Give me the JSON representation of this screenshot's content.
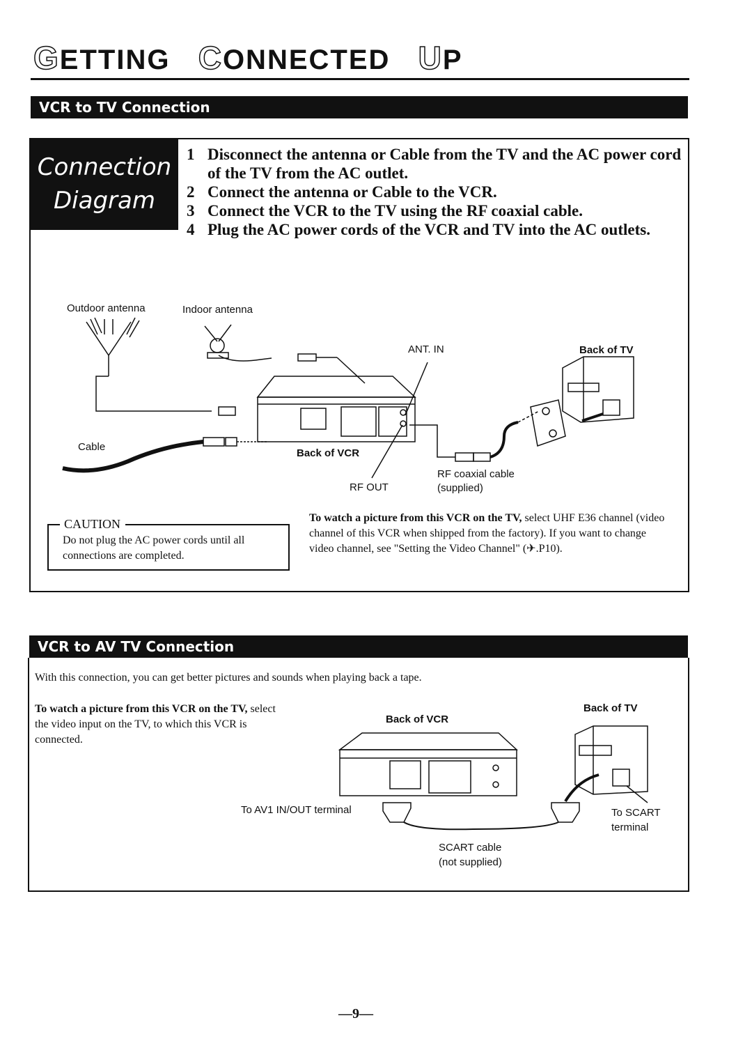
{
  "header": {
    "title_parts": [
      {
        "cap": "G",
        "rest": "ETTING"
      },
      {
        "cap": "C",
        "rest": "ONNECTED"
      },
      {
        "cap": "U",
        "rest": "P"
      }
    ]
  },
  "section1": {
    "bar_title": "VCR to TV Connection",
    "box_label_1": "Connection",
    "box_label_2": "Diagram",
    "steps": [
      {
        "num": "1",
        "text": "Disconnect the antenna or Cable from the TV and the AC power cord of the TV from the AC outlet."
      },
      {
        "num": "2",
        "text": "Connect the antenna or Cable to the VCR."
      },
      {
        "num": "3",
        "text": "Connect the VCR to the TV using the RF coaxial cable."
      },
      {
        "num": "4",
        "text": "Plug the AC power cords of the VCR and TV into the AC outlets."
      }
    ],
    "labels": {
      "outdoor_antenna": "Outdoor antenna",
      "indoor_antenna": "Indoor antenna",
      "ant_in": "ANT. IN",
      "back_of_tv": "Back of TV",
      "cable": "Cable",
      "back_of_vcr": "Back of VCR",
      "rf_out": "RF OUT",
      "rf_coaxial_cable": "RF coaxial cable",
      "supplied": "(supplied)"
    },
    "caution_title": "CAUTION",
    "caution_text": "Do not plug the AC power cords until all connections are completed.",
    "watch_bold": "To watch a picture from this VCR on the TV,",
    "watch_text": " select UHF E36 channel (video channel of this VCR when shipped from the factory). If you want to change video channel, see \"Setting the Video Channel\" (✈.P10)."
  },
  "section2": {
    "bar_title": "VCR to AV TV Connection",
    "intro": "With this connection, you can get better pictures and sounds when playing back a tape.",
    "watch_bold": "To watch a picture from this VCR on the TV,",
    "watch_text": " select the video input on the TV, to which this VCR is connected.",
    "labels": {
      "back_of_vcr": "Back of VCR",
      "back_of_tv": "Back of TV",
      "to_av1": "To AV1 IN/OUT terminal",
      "to_scart_1": "To SCART",
      "to_scart_2": "terminal",
      "scart_cable": "SCART cable",
      "not_supplied": "(not supplied)"
    }
  },
  "footer": {
    "page_number": "—9—"
  }
}
